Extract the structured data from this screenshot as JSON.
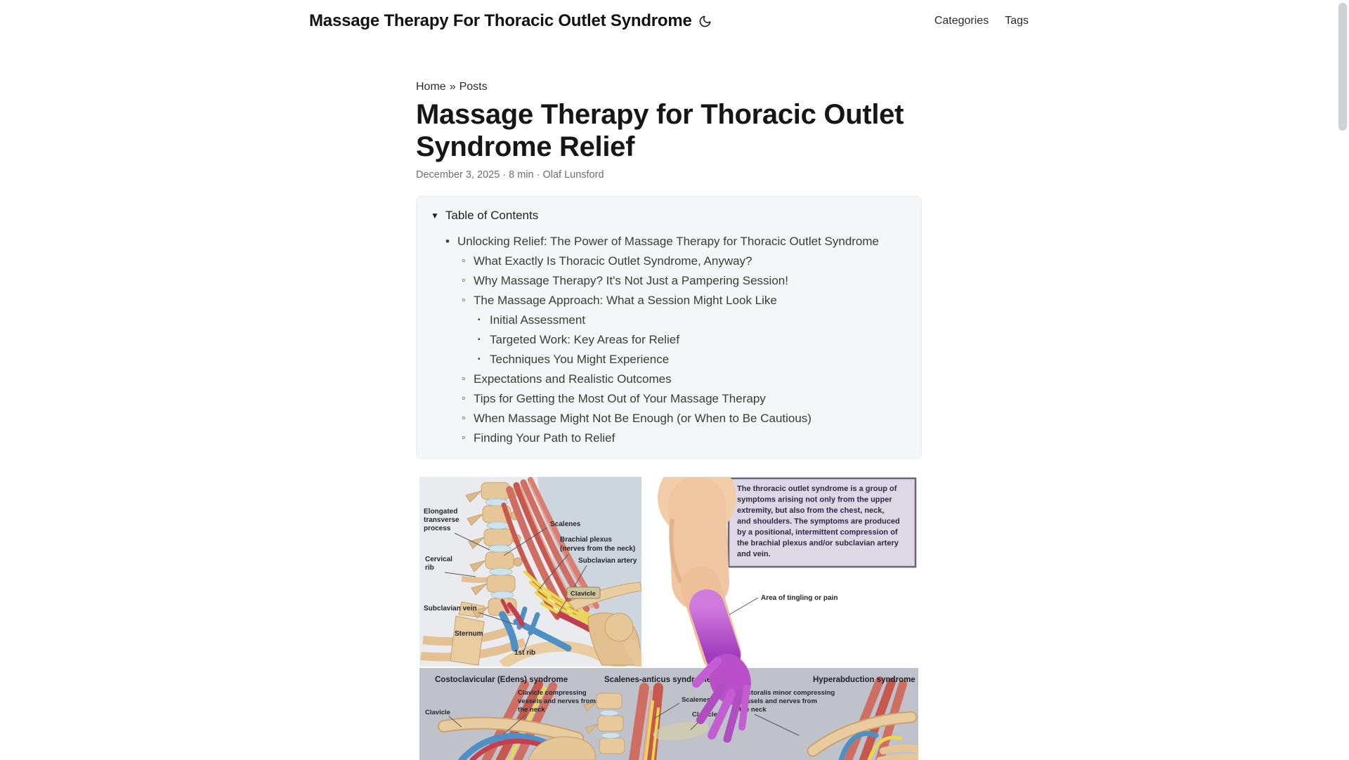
{
  "site": {
    "title": "Massage Therapy For Thoracic Outlet Syndrome",
    "nav": [
      {
        "label": "Categories"
      },
      {
        "label": "Tags"
      }
    ]
  },
  "breadcrumb": {
    "home": "Home",
    "separator": "»",
    "section": "Posts"
  },
  "post": {
    "title": "Massage Therapy for Thoracic Outlet Syndrome Relief",
    "date": "December 3, 2025",
    "reading_time": "8 min",
    "author": "Olaf Lunsford",
    "meta_separator": "·"
  },
  "toc": {
    "marker": "▼",
    "heading": "Table of Contents",
    "bullets": {
      "lv1": "•",
      "lv2": "◦",
      "lv3": "▪"
    },
    "items": [
      {
        "level": 1,
        "label": "Unlocking Relief: The Power of Massage Therapy for Thoracic Outlet Syndrome"
      },
      {
        "level": 2,
        "label": "What Exactly Is Thoracic Outlet Syndrome, Anyway?"
      },
      {
        "level": 2,
        "label": "Why Massage Therapy? It's Not Just a Pampering Session!"
      },
      {
        "level": 2,
        "label": "The Massage Approach: What a Session Might Look Like"
      },
      {
        "level": 3,
        "label": "Initial Assessment"
      },
      {
        "level": 3,
        "label": "Targeted Work: Key Areas for Relief"
      },
      {
        "level": 3,
        "label": "Techniques You Might Experience"
      },
      {
        "level": 2,
        "label": "Expectations and Realistic Outcomes"
      },
      {
        "level": 2,
        "label": "Tips for Getting the Most Out of Your Massage Therapy"
      },
      {
        "level": 2,
        "label": "When Massage Might Not Be Enough (or When to Be Cautious)"
      },
      {
        "level": 2,
        "label": "Finding Your Path to Relief"
      }
    ]
  },
  "figure": {
    "infobox": {
      "line1": "The throracic outlet syndrome is a group of",
      "line2": "symptoms arising not only from the upper",
      "line3": "extremity, but also from the chest, neck,",
      "line4": "and shoulders. The symptoms are produced",
      "line5": "by a positional, intermittent compression of",
      "line6": "the brachial plexus and/or subclavian artery",
      "line7": "and vein."
    },
    "neck_labels": {
      "elongated_1": "Elongated",
      "elongated_2": "transverse",
      "elongated_3": "process",
      "cervical_1": "Cervical",
      "cervical_2": "rib",
      "subclavian_vein": "Subclavian vein",
      "scalenes": "Scalenes",
      "brachial_1": "Brachial plexus",
      "brachial_2": "(nerves from the neck)",
      "subclavian_artery": "Subclavian artery",
      "clavicle": "Clavicle",
      "sternum": "Sternum",
      "first_rib": "1st rib"
    },
    "arm_label": "Area of tingling or pain",
    "panels": {
      "left": {
        "title": "Costoclavicular (Edens) syndrome",
        "clavicle": "Clavicle",
        "note_1": "Clavicle compressing",
        "note_2": "vessels and nerves from",
        "note_3": "the neck"
      },
      "middle": {
        "title": "Scalenes-anticus syndrome",
        "scalenes": "Scalenes",
        "clavicle": "Clavicle"
      },
      "right": {
        "title": "Hyperabduction syndrome",
        "note_1": "Pectoralis minor compressing",
        "note_2": "vessels and nerves from",
        "note_3": "the neck"
      }
    },
    "colors": {
      "band_bg": "#bfc2cb",
      "infobox_bg": "#ddd7e6",
      "infobox_border": "#6b6478",
      "bone": "#e8cb9e",
      "muscle": "#cf6e62",
      "nerve": "#ecd64f",
      "artery": "#c23f52",
      "vein": "#4e90c4",
      "tingling_area": "#b94fc9"
    }
  }
}
